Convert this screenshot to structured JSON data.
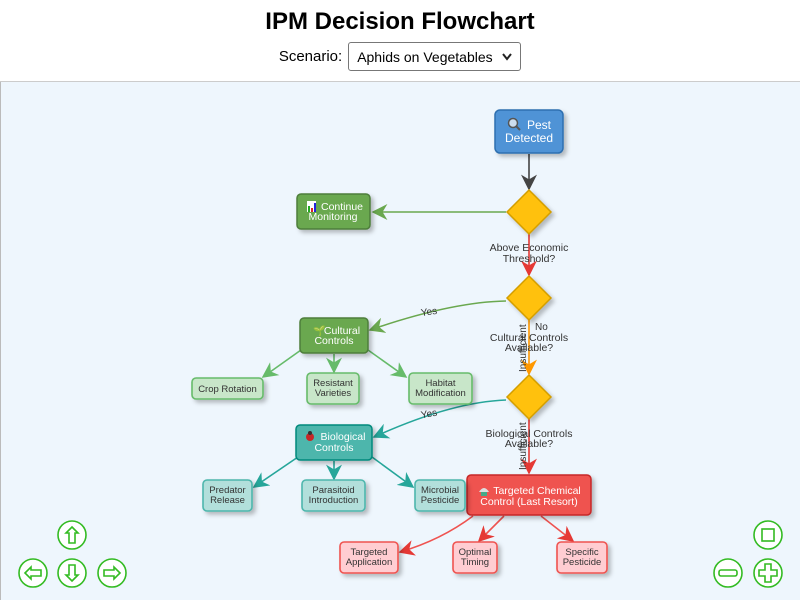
{
  "header": {
    "title": "IPM Decision Flowchart",
    "scenario_label": "Scenario:",
    "scenario_value": "Aphids on Vegetables"
  },
  "colors": {
    "start": "#4f93d6",
    "decision": "#ffc107",
    "cultural": "#6aa84f",
    "cultural_leaf": "#c8e6c9",
    "biological": "#4db6ac",
    "biological_leaf": "#b2dfdb",
    "chemical": "#ef5350",
    "chemical_leaf": "#ffcdd2",
    "controls": "#33bb22"
  },
  "nodes": {
    "start": {
      "icon": "magnifier-icon",
      "l1": "Pest",
      "l2": "Detected"
    },
    "monitor": {
      "icon": "chart-icon",
      "l1": "Continue",
      "l2": "Monitoring"
    },
    "d1": {
      "l1": "Above Economic",
      "l2": "Threshold?"
    },
    "d2": {
      "l1": "Cultural Controls",
      "l2": "Available?"
    },
    "d3": {
      "l1": "Biological Controls",
      "l2": "Available?"
    },
    "cultural": {
      "icon": "seedling-icon",
      "l1": "Cultural",
      "l2": "Controls"
    },
    "crop": {
      "l1": "Crop Rotation"
    },
    "resistant": {
      "l1": "Resistant",
      "l2": "Varieties"
    },
    "habitat": {
      "l1": "Habitat",
      "l2": "Modification"
    },
    "biological": {
      "icon": "ladybug-icon",
      "l1": "Biological",
      "l2": "Controls"
    },
    "predator": {
      "l1": "Predator",
      "l2": "Release"
    },
    "parasitoid": {
      "l1": "Parasitoid",
      "l2": "Introduction"
    },
    "microbial": {
      "l1": "Microbial",
      "l2": "Pesticide"
    },
    "chemical": {
      "icon": "sprayer-icon",
      "l1": "Targeted Chemical",
      "l2": "Control (Last Resort)"
    },
    "application": {
      "l1": "Targeted",
      "l2": "Application"
    },
    "timing": {
      "l1": "Optimal",
      "l2": "Timing"
    },
    "specific": {
      "l1": "Specific",
      "l2": "Pesticide"
    }
  },
  "edges": {
    "yes": "Yes",
    "no": "No",
    "insufficient": "Insufficient"
  }
}
